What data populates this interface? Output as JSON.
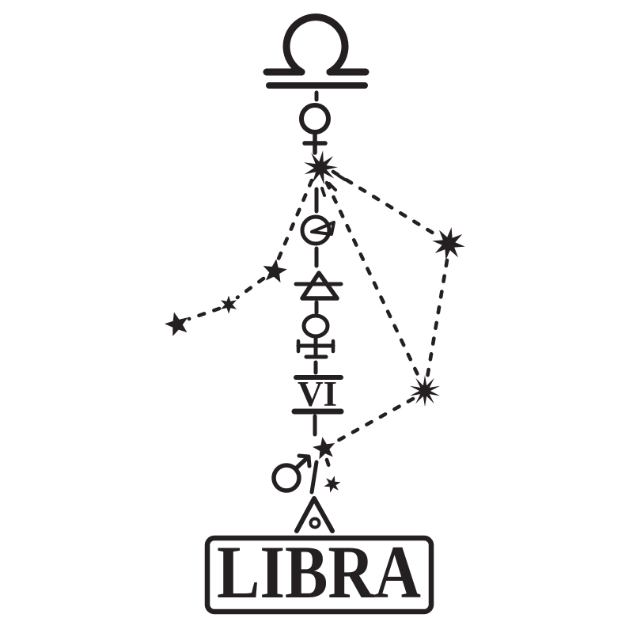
{
  "page": {
    "colors": {
      "ink": "#241f21",
      "bg": "#ffffff"
    }
  },
  "artwork": {
    "zodiac_name": "LIBRA",
    "roman_numeral": "VI",
    "symbols": [
      {
        "id": "libra-glyph-icon",
        "glyph": "♎"
      },
      {
        "id": "venus-icon",
        "glyph": "♀"
      },
      {
        "id": "starburst-icon",
        "glyph": "✹"
      },
      {
        "id": "moon-wedge-icon",
        "glyph": "◔"
      },
      {
        "id": "air-element-icon",
        "glyph": "🜁"
      },
      {
        "id": "venus-ornate-icon",
        "glyph": "♀"
      },
      {
        "id": "roman-numeral-vi",
        "glyph": "VI"
      },
      {
        "id": "mars-icon",
        "glyph": "♂"
      },
      {
        "id": "triangle-dot-icon",
        "glyph": "⌂"
      },
      {
        "id": "star-icon",
        "glyph": "★"
      }
    ],
    "constellation": {
      "star_count": 8,
      "line_style": "dashed"
    }
  }
}
